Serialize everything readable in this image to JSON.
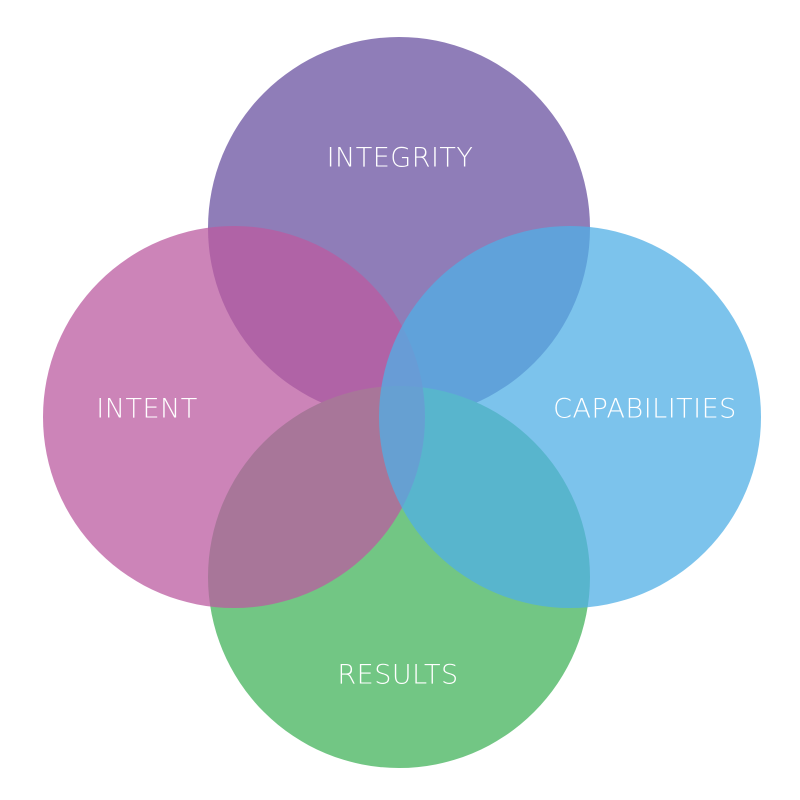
{
  "diagram": {
    "type": "four-circle overlapping venn",
    "circles": [
      {
        "id": "integrity",
        "label": "INTEGRITY",
        "color": "#8f7db8"
      },
      {
        "id": "results",
        "label": "RESULTS",
        "color": "#72c684"
      },
      {
        "id": "intent",
        "label": "INTENT",
        "color": "#bb5ba0"
      },
      {
        "id": "capabilities",
        "label": "CAPABILITIES",
        "color": "#50afe5"
      }
    ]
  }
}
